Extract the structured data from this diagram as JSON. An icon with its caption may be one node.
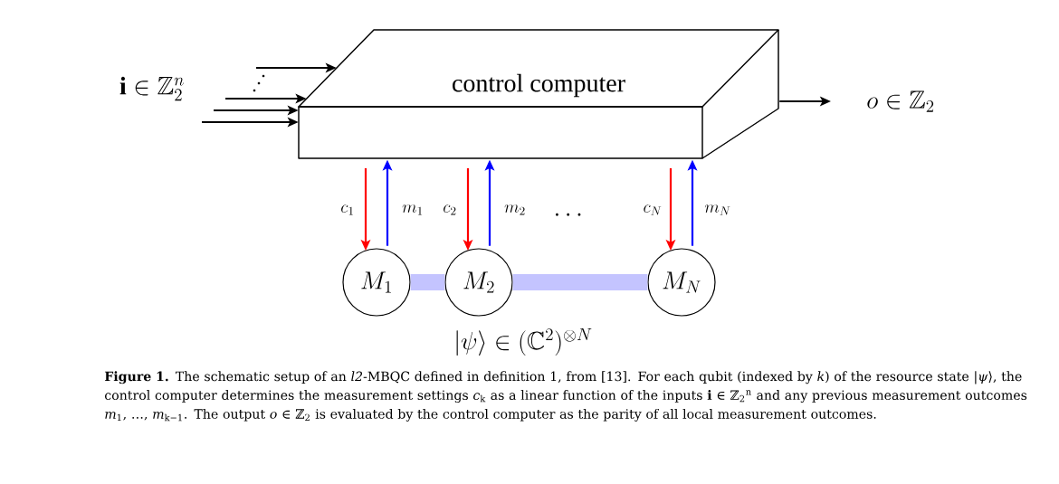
{
  "diagram": {
    "caption": "**Figure 1.** The schematic setup of an *l2*-MBQC defined in definition 1, from [13]. For each qubit (indexed by *k*) of the resource state |*ψ*⟩, the control computer determines the measurement settings *c*$_{k}$ as a linear function of the inputs **i** ∈ ℤ$_{2}$$^{n}$ and any previous measurement outcomes *m*$_{1}$, …, *m*$_{k−1}$. The output *o* ∈ ℤ$_{2}$ is evaluated by the control computer as the parity of all local measurement outcomes.",
    "nodes": [
      {
        "text": [
          "control computer"
        ]
      },
      {
        "text": [
          "M_1"
        ]
      },
      {
        "text": [
          "M_2"
        ]
      },
      {
        "text": [
          "M_N"
        ]
      }
    ],
    "edges": [
      {
        "from": null,
        "to": 0,
        "arrow": "to"
      },
      {
        "from": null,
        "to": 0,
        "arrow": "to"
      },
      {
        "from": null,
        "to": 0,
        "arrow": "to"
      },
      {
        "from": null,
        "to": 0,
        "arrow": "to"
      },
      {
        "from": 0,
        "to": null,
        "arrow": "to"
      },
      {
        "from": 0,
        "to": 1,
        "arrow": "to",
        "label": "c_1",
        "color": "#ff0000"
      },
      {
        "from": 1,
        "to": 0,
        "arrow": "to",
        "label": "m_1",
        "color": "#0000ff"
      },
      {
        "from": 0,
        "to": 2,
        "arrow": "to",
        "label": "c_2",
        "color": "#ff0000"
      },
      {
        "from": 2,
        "to": 0,
        "arrow": "to",
        "label": "m_2",
        "color": "#0000ff"
      },
      {
        "from": 0,
        "to": 3,
        "arrow": "to",
        "label": "c_N",
        "color": "#ff0000"
      },
      {
        "from": 3,
        "to": 0,
        "arrow": "to",
        "label": "m_N",
        "color": "#0000ff"
      },
      {
        "from": 1,
        "to": 2,
        "arrow": "none",
        "style": "thick",
        "color": "#c4c4ff"
      },
      {
        "from": 2,
        "to": 3,
        "arrow": "none",
        "style": "thick",
        "color": "#c4c4ff"
      }
    ],
    "labels": [
      "\\mathbf{i}\\in\\mathbb{Z}_2^n",
      "o\\in\\mathbb{Z}_2",
      "\\cdots",
      "|\\psi\\rangle\\in(\\mathbb{C}^2)^{\\otimes N}"
    ]
  }
}
